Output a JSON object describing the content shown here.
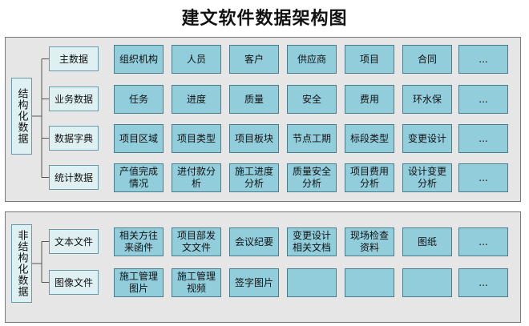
{
  "title": "建文软件数据架构图",
  "colors": {
    "cell_fill": "#92cddc",
    "label_fill": "#dff0f3",
    "panel_fill": "#e6e6e6",
    "border": "#4a7d8c"
  },
  "structured": {
    "label": "结构化数据",
    "rows": [
      {
        "category": "主数据",
        "items": [
          "组织机构",
          "人员",
          "客户",
          "供应商",
          "项目",
          "合同",
          "..."
        ]
      },
      {
        "category": "业务数据",
        "items": [
          "任务",
          "进度",
          "质量",
          "安全",
          "费用",
          "环水保",
          "..."
        ]
      },
      {
        "category": "数据字典",
        "items": [
          "项目区域",
          "项目类型",
          "项目板块",
          "节点工期",
          "标段类型",
          "变更设计",
          "..."
        ]
      },
      {
        "category": "统计数据",
        "items": [
          "产值完成\n情况",
          "进付款分\n析",
          "施工进度\n分析",
          "质量安全\n分析",
          "项目费用\n分析",
          "设计变更\n分析",
          "..."
        ]
      }
    ]
  },
  "unstructured": {
    "label": "非结构化数据",
    "rows": [
      {
        "category": "文本文件",
        "items": [
          "相关方往\n来函件",
          "项目部发\n文文件",
          "会议纪要",
          "变更设计\n相关文档",
          "现场检查\n资料",
          "图纸",
          "..."
        ]
      },
      {
        "category": "图像文件",
        "items": [
          "施工管理\n图片",
          "施工管理\n视频",
          "签字图片",
          "",
          "",
          "",
          "..."
        ]
      }
    ]
  }
}
